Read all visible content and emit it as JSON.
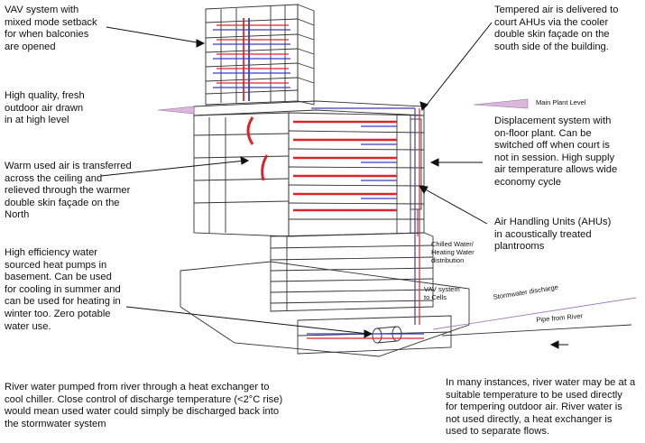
{
  "annotations": {
    "vav_setback": "VAV system with\nmixed mode setback\nfor when balconies\nare opened",
    "fresh_air": "High quality, fresh\noutdoor air drawn\nin at high level",
    "warm_air": "Warm used air is transferred\nacross the ceiling and\nrelieved through the warmer\ndouble skin façade on the\nNorth",
    "heat_pumps": "High efficiency water\nsourced heat pumps in\nbasement. Can be used\nfor cooling in summer and\ncan be used for heating in\nwinter too. Zero potable\nwater use.",
    "river_water": "River water pumped from river through a heat exchanger to\ncool chiller. Close control of discharge temperature (<2°C rise)\nwould mean used water could simply be discharged back into\nthe stormwater system",
    "tempered_air": "Tempered air is delivered to\ncourt AHUs via the cooler\ndouble skin façade on the\nsouth side of the building.",
    "displacement": "Displacement system with\non-floor plant. Can be\nswitched off when court is\nnot in session. High supply\nair temperature allows wide\neconomy cycle",
    "ahus": "Air Handling Units (AHUs)\nin acoustically treated\nplantrooms",
    "many_instances": "In many instances, river water may be at a\nsuitable temperature to be used directly\nfor tempering outdoor air. River water is\nnot used directly, a heat exchanger is\nused to separate flows."
  },
  "sketch_labels": {
    "main_plant_level": "Main Plant Level",
    "chilled_water": "Chilled Water/\nHeating Water\ndistribution",
    "vav_cells": "VAV system\nto Cells",
    "stormwater": "Stormwater discharge",
    "pipe_river": "Pipe from River"
  },
  "colors": {
    "supply": "#d8262c",
    "return": "#3a3ac8",
    "outdoor_air": "#c080c0",
    "line": "#333333"
  }
}
